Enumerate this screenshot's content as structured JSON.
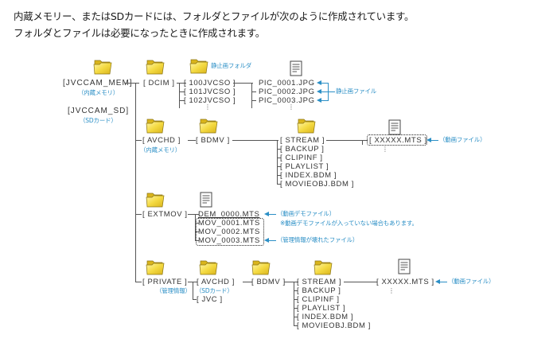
{
  "intro": {
    "line1": "内蔵メモリー、またはSDカードには、フォルダとファイルが次のように作成されています。",
    "line2": "フォルダとファイルは必要になったときに作成されます。"
  },
  "roots": {
    "mem": {
      "label": "[JVCCAM_MEM]",
      "note": "（内蔵メモリ）"
    },
    "sd": {
      "label": "[JVCCAM_SD]",
      "note": "（SDカード）"
    }
  },
  "dcim": {
    "label": "[ DCIM ]",
    "folder_note": "静止画フォルダ",
    "subfolders": [
      "[ 100JVCSO ]",
      "[ 101JVCSO ]",
      "[ 102JVCSO ]"
    ],
    "files": [
      "PIC_0001.JPG",
      "PIC_0002.JPG",
      "PIC_0003.JPG"
    ],
    "files_note": "静止画ファイル",
    "ellipsis": "⋮"
  },
  "avchd_mem": {
    "label": "[ AVCHD ]",
    "note": "（内蔵メモリ）",
    "bdmv": "[ BDMV ]",
    "children": [
      "[ STREAM ]",
      "[ BACKUP ]",
      "[ CLIPINF ]",
      "[ PLAYLIST ]",
      "[ INDEX.BDM ]",
      "[ MOVIEOBJ.BDM ]"
    ],
    "stream_file": "[ XXXXX.MTS ]",
    "stream_note": "（動画ファイル）"
  },
  "extmov": {
    "label": "[ EXTMOV ]",
    "files": [
      "DEM_0000.MTS",
      "MOV_0001.MTS",
      "MOV_0002.MTS",
      "MOV_0003.MTS"
    ],
    "demo_note": "（動画デモファイル）",
    "demo_subnote": "※動画デモファイルが入っていない場合もあります。",
    "broken_note": "（管理情報が壊れたファイル）"
  },
  "private": {
    "label": "[ PRIVATE ]",
    "note": "（管理情報）",
    "avchd": "[ AVCHD ]",
    "avchd_note": "（SDカード）",
    "jvc": "[ JVC ]",
    "bdmv": "[ BDMV ]",
    "children": [
      "[ STREAM ]",
      "[ BACKUP ]",
      "[ CLIPINF ]",
      "[ PLAYLIST ]",
      "[ INDEX.BDM ]",
      "[ MOVIEOBJ.BDM ]"
    ],
    "stream_file": "[ XXXXX.MTS ]",
    "stream_note": "（動画ファイル）"
  },
  "colors": {
    "accent": "#2b8fc6",
    "folder": "#f2d53c",
    "line": "#555555"
  }
}
